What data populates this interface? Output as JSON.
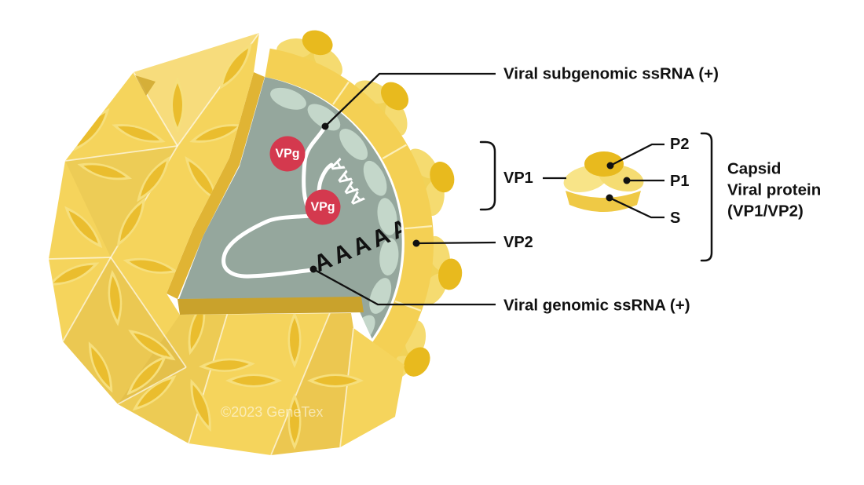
{
  "diagram": {
    "labels": {
      "subgenomic_rna": "Viral subgenomic ssRNA (+)",
      "genomic_rna": "Viral genomic ssRNA (+)",
      "vp1": "VP1",
      "vp2": "VP2",
      "p2": "P2",
      "p1": "P1",
      "s": "S"
    },
    "capsid_protein_caption": {
      "line1": "Capsid",
      "line2": "Viral protein",
      "line3": "(VP1/VP2)"
    },
    "vpg_label": "VPg",
    "rna": {
      "polyA_top_letters": [
        "A",
        "A",
        "A",
        "A"
      ],
      "polyA_bottom": "AAAAA"
    },
    "watermark": "©2023 GeneTex",
    "colors": {
      "capsid_yellow": "#f5d45c",
      "rim_yellow": "#f4d054",
      "petal_dark": "#eabd2e",
      "petal_light": "#f6df7d",
      "spike_dome": "#e8ba1e",
      "interior_gray_green": "#95a79d",
      "inner_oval": "#c4d7ca",
      "vpg_red": "#d4394e",
      "rna_white": "#ffffff",
      "label_black": "#111111"
    }
  }
}
